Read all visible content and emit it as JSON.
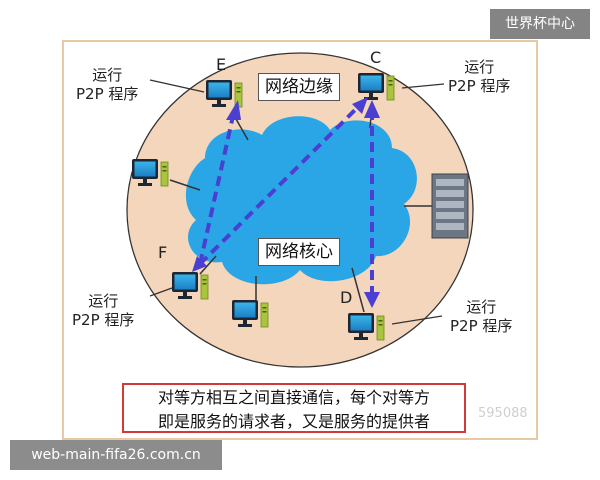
{
  "labels": {
    "edge_label": "网络边缘",
    "core_label": "网络核心",
    "run_p2p_line1": "运行",
    "run_p2p_line2": "P2P 程序"
  },
  "nodes": {
    "E": "E",
    "C": "C",
    "F": "F",
    "D": "D"
  },
  "caption": {
    "line1": "对等方相互之间直接通信，每个对等方",
    "line2": "即是服务的请求者，又是服务的提供者"
  },
  "watermark": "595088",
  "brand_badge": "世界杯中心",
  "site_url": "web-main-fifa26.com.cn",
  "colors": {
    "ellipse": "#f4d6bc",
    "cloud": "#2aa6e6",
    "arrow": "#4a3fd0",
    "caption_border": "#d23a3a"
  }
}
